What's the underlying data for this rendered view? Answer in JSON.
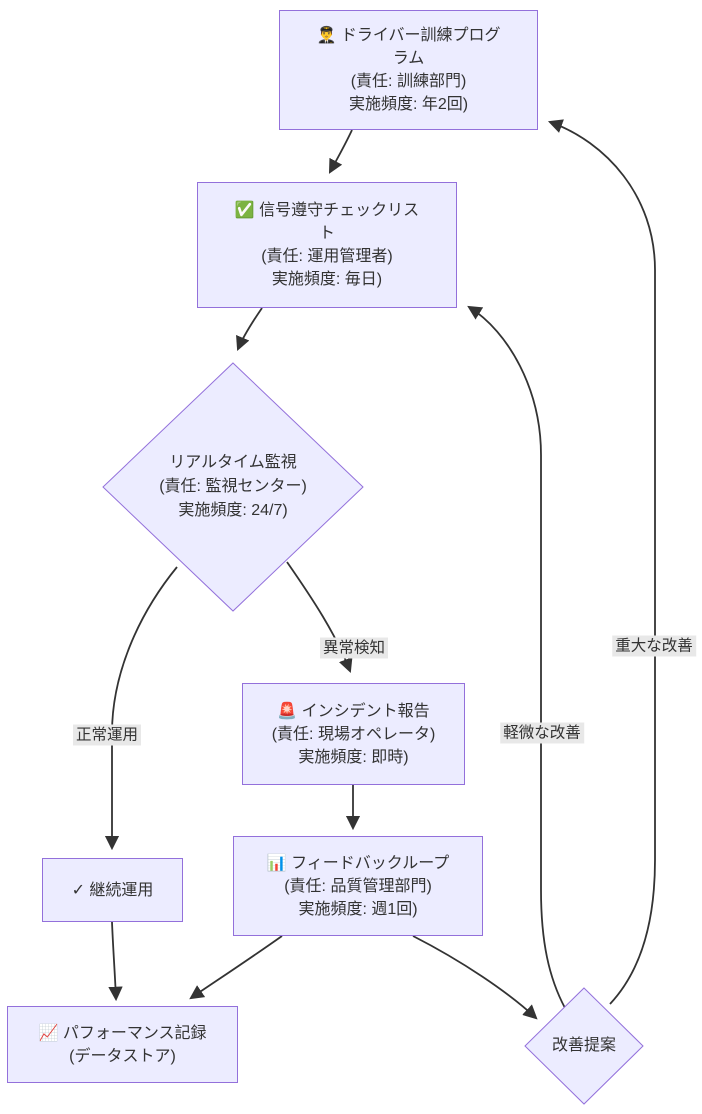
{
  "diagram": {
    "colors": {
      "node_fill": "#ECECFF",
      "node_border": "#9370DB",
      "edge_line": "#333333",
      "text": "#333333",
      "edge_label_bg": "#e8e8e8"
    },
    "nodes": {
      "training": {
        "icon": "👨‍✈️",
        "title_lines": [
          "ドライバー訓練プログ",
          "ラム"
        ],
        "responsibility": "(責任: 訓練部門)",
        "frequency": "実施頻度: 年2回)"
      },
      "checklist": {
        "icon": "✅",
        "title_lines": [
          "信号遵守チェックリス",
          "ト"
        ],
        "responsibility": "(責任: 運用管理者)",
        "frequency": "実施頻度: 毎日)"
      },
      "monitoring": {
        "title_lines": [
          "リアルタイム監視"
        ],
        "responsibility": "(責任: 監視センター)",
        "frequency": "実施頻度: 24/7)"
      },
      "incident": {
        "icon": "🚨",
        "title_lines": [
          "インシデント報告"
        ],
        "responsibility": "(責任: 現場オペレータ)",
        "frequency": "実施頻度: 即時)"
      },
      "feedback": {
        "icon": "📊",
        "title_lines": [
          "フィードバックループ"
        ],
        "responsibility": "(責任: 品質管理部門)",
        "frequency": "実施頻度: 週1回)"
      },
      "continuing": {
        "icon": "✓",
        "title_lines": [
          "継続運用"
        ]
      },
      "performance": {
        "icon": "📈",
        "title_lines": [
          "パフォーマンス記録"
        ],
        "subtitle": "(データストア)"
      },
      "proposal": {
        "title_lines": [
          "改善提案"
        ]
      }
    },
    "edge_labels": {
      "abnormal": "異常検知",
      "normal": "正常運用",
      "minor": "軽微な改善",
      "major": "重大な改善"
    }
  }
}
